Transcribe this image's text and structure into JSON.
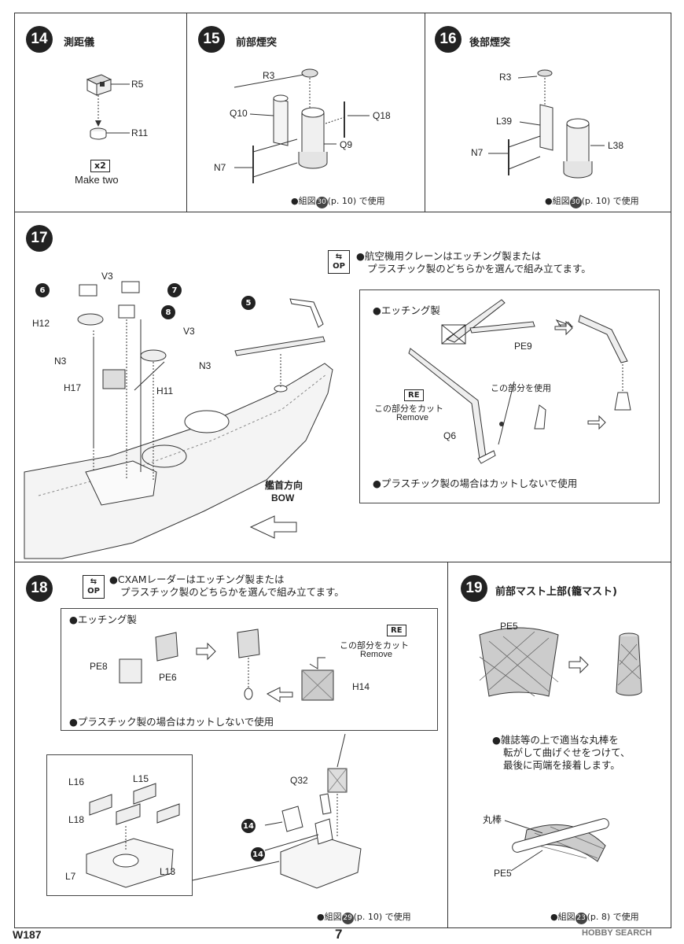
{
  "step14": {
    "num": "14",
    "title": "測距儀",
    "parts": [
      "R5",
      "R11"
    ],
    "qty": "x2",
    "make": "Make two"
  },
  "step15": {
    "num": "15",
    "title": "前部煙突",
    "parts": [
      "R3",
      "Q10",
      "Q18",
      "Q9",
      "N7"
    ],
    "ref_prefix": "組図",
    "ref_num": "30",
    "ref_page": "(p. 10)",
    "ref_suffix": "で使用"
  },
  "step16": {
    "num": "16",
    "title": "後部煙突",
    "parts": [
      "R3",
      "L39",
      "N7",
      "L38"
    ],
    "ref_prefix": "組図",
    "ref_num": "30",
    "ref_page": "(p. 10)",
    "ref_suffix": "で使用"
  },
  "step17": {
    "num": "17",
    "op_note_1": "●航空機用クレーンはエッチング製または",
    "op_note_2": "プラスチック製のどちらかを選んで組み立てます。",
    "parts": [
      "V3",
      "H12",
      "N3",
      "H17",
      "V3",
      "H11",
      "N3",
      "PE9",
      "Q6"
    ],
    "markers": [
      "6",
      "7",
      "8",
      "5"
    ],
    "etching": "●エッチング製",
    "use_part": "この部分を使用",
    "cut_part": "この部分をカット",
    "remove": "Remove",
    "plastic_note": "●プラスチック製の場合はカットしないで使用",
    "bow_jp": "艦首方向",
    "bow_en": "BOW"
  },
  "step18": {
    "num": "18",
    "op_note_1": "●CXAMレーダーはエッチング製または",
    "op_note_2": "プラスチック製のどちらかを選んで組み立てます。",
    "etching": "●エッチング製",
    "parts": [
      "PE8",
      "PE6",
      "H14",
      "L16",
      "L15",
      "L18",
      "L7",
      "L13",
      "Q32"
    ],
    "markers": [
      "14",
      "14"
    ],
    "cut_part": "この部分をカット",
    "remove": "Remove",
    "plastic_note": "●プラスチック製の場合はカットしないで使用",
    "ref_prefix": "組図",
    "ref_num": "29",
    "ref_page": "(p. 10)",
    "ref_suffix": "で使用"
  },
  "step19": {
    "num": "19",
    "title": "前部マスト上部(籠マスト)",
    "parts": [
      "PE5",
      "丸棒",
      "PE5"
    ],
    "note_1": "●雑誌等の上で適当な丸棒を",
    "note_2": "転がして曲げぐせをつけて、",
    "note_3": "最後に両端を接着します。",
    "ref_prefix": "組図",
    "ref_num": "23",
    "ref_page": "(p. 8)",
    "ref_suffix": "で使用"
  },
  "icons": {
    "op": "OP",
    "re": "RE"
  },
  "footer": {
    "code": "W187",
    "page": "7",
    "watermark": "HOBBY SEARCH"
  }
}
